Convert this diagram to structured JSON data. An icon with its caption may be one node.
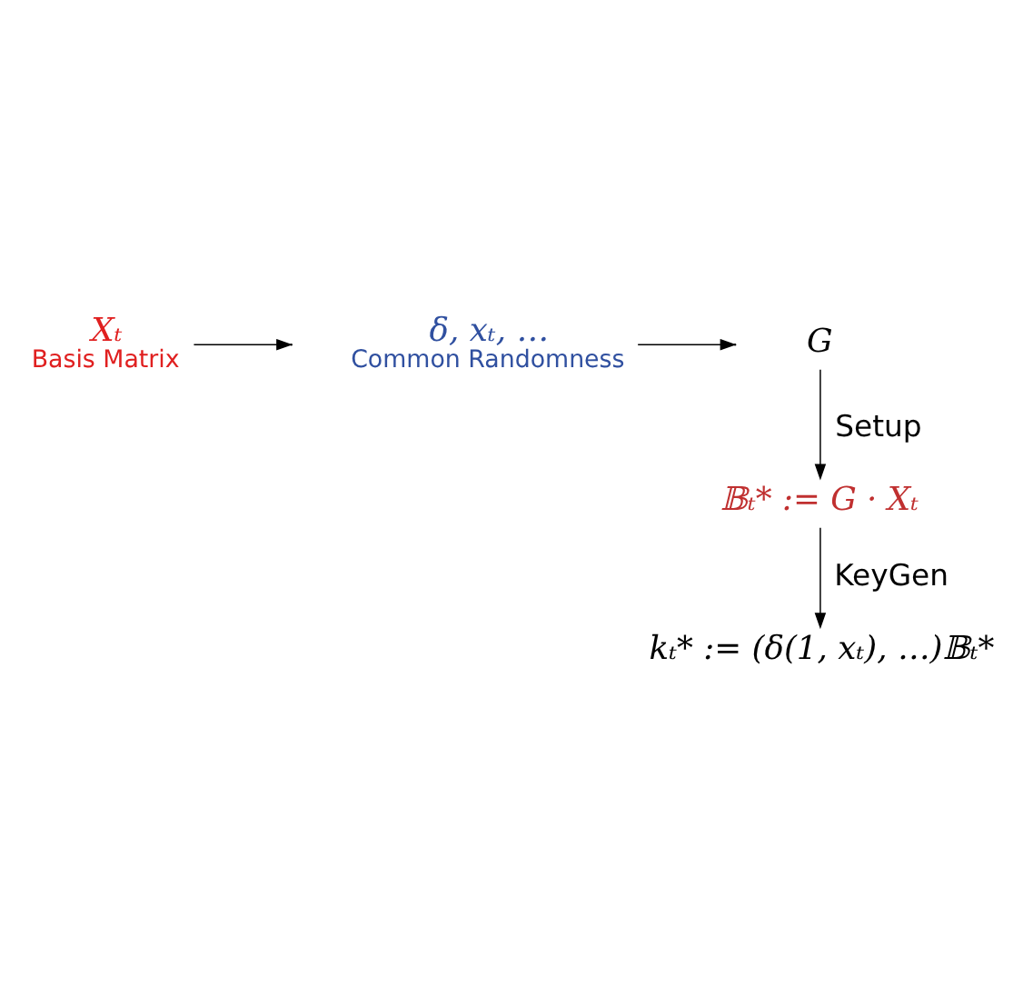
{
  "diagram": {
    "nodes": [
      {
        "text": [
          "G"
        ]
      },
      {
        "text": [
          "Xₜ",
          "Basis Matrix"
        ]
      },
      {
        "text": [
          "𝔹ₜ* := G · Xₜ"
        ]
      },
      {
        "text": [
          "δ, xₜ, …",
          "Common Randomness"
        ]
      },
      {
        "text": [
          "kₜ* := (δ(1, xₜ), …)𝔹ₜ*"
        ]
      }
    ],
    "edges": [
      {
        "from": 0,
        "to": 2,
        "arrow": "to",
        "label": "Setup"
      },
      {
        "from": 1,
        "to": null,
        "arrow": "to"
      },
      {
        "from": 2,
        "to": 4,
        "arrow": "to",
        "label": "KeyGen"
      },
      {
        "from": 3,
        "to": null,
        "arrow": "to"
      }
    ]
  }
}
